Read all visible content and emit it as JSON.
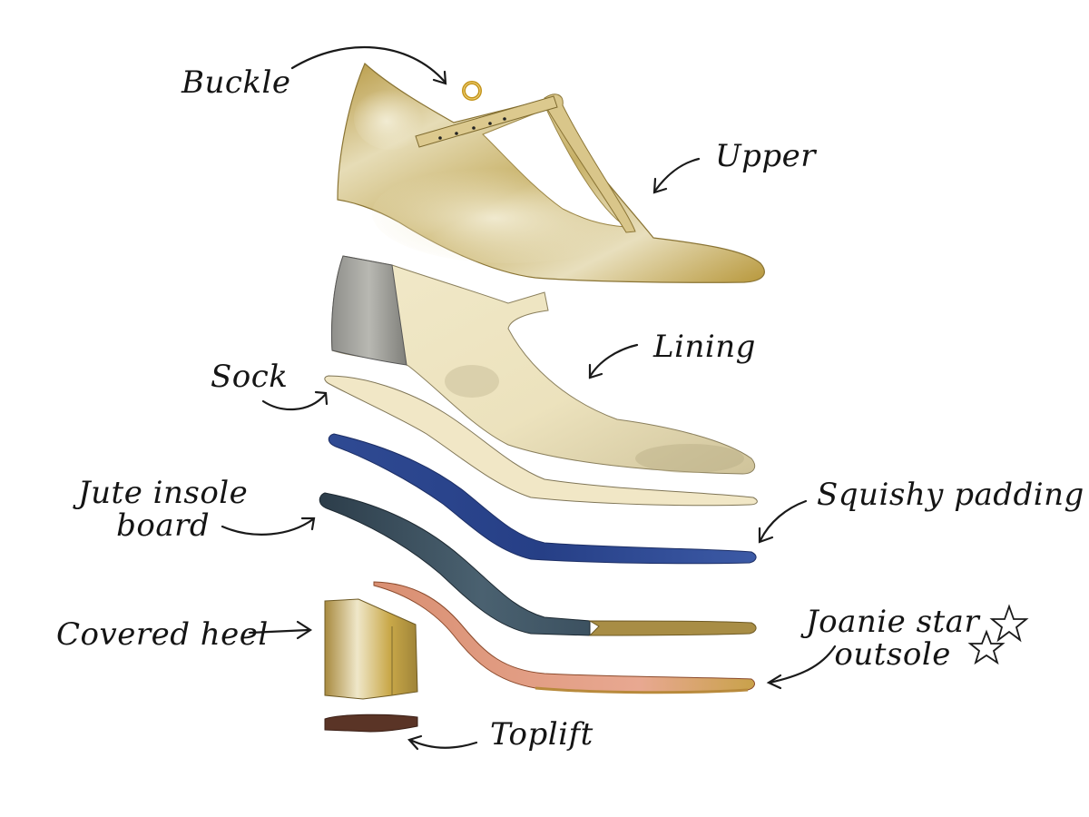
{
  "title": "Exploded view of a T-bar shoe and its components",
  "background": "#ffffff",
  "labels": {
    "buckle": "Buckle",
    "upper": "Upper",
    "lining": "Lining",
    "sock": "Sock",
    "jute_insole_line1": "Jute insole",
    "jute_insole_line2": "board",
    "squishy_padding": "Squishy padding",
    "covered_heel": "Covered heel",
    "outsole_line1": "Joanie star",
    "outsole_line2": "outsole",
    "toplift": "Toplift"
  },
  "decorations": {
    "stars": [
      "star-outline",
      "star-outline"
    ]
  },
  "components": [
    {
      "id": "buckle",
      "color": "#c99a1e"
    },
    {
      "id": "upper",
      "color": "#c9b060"
    },
    {
      "id": "lining",
      "color": "#efe6c6",
      "heel_counter_color": "#9a9a96"
    },
    {
      "id": "sock",
      "color": "#f1e7c6"
    },
    {
      "id": "squishy_padding",
      "color": "#35519a"
    },
    {
      "id": "jute_insole_board",
      "color": "#3c5160",
      "toe_color": "#a88d45"
    },
    {
      "id": "covered_heel",
      "color": "#c8b066"
    },
    {
      "id": "outsole",
      "color": "#e2a088",
      "edge_color": "#b88a3c"
    },
    {
      "id": "toplift",
      "color": "#5a3426"
    }
  ]
}
